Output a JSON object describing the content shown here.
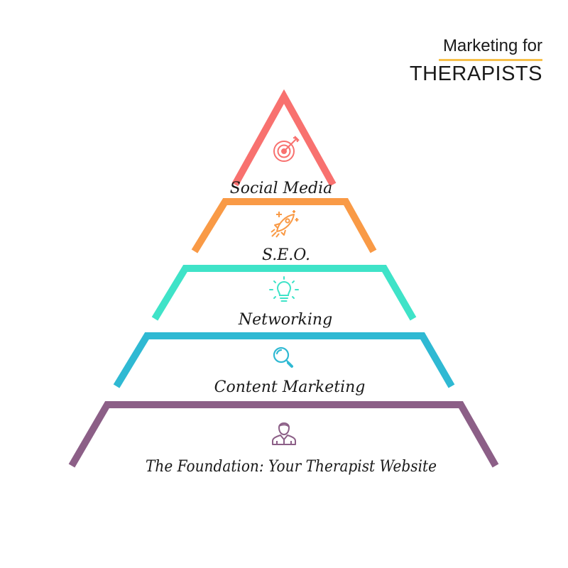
{
  "brand": {
    "line1": "Marketing for",
    "line2": "THERAPISTS",
    "underline_color": "#f7c04a"
  },
  "tiers": [
    {
      "label": "Social Media",
      "icon": "target-icon",
      "color": "#f8716f"
    },
    {
      "label": "S.E.O.",
      "icon": "rocket-icon",
      "color": "#f99a46"
    },
    {
      "label": "Networking",
      "icon": "lightbulb-icon",
      "color": "#3fe3c8"
    },
    {
      "label": "Content Marketing",
      "icon": "magnifier-icon",
      "color": "#2fb9d3"
    },
    {
      "label": "The Foundation: Your Therapist Website",
      "icon": "person-icon",
      "color": "#8c5f87"
    }
  ]
}
